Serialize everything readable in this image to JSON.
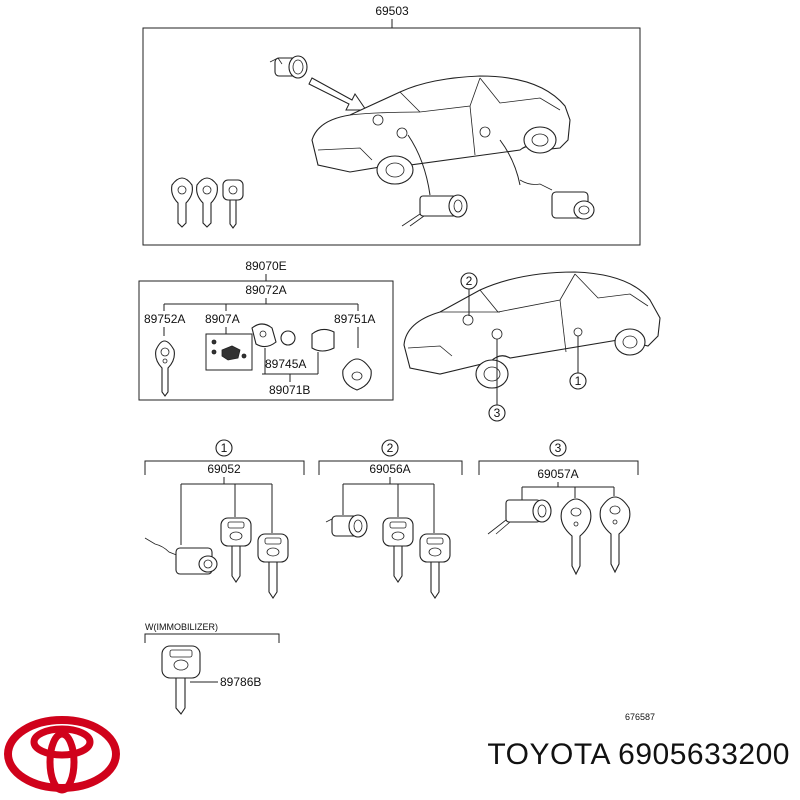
{
  "groups": {
    "top": {
      "part_no": "69503"
    },
    "keyset": {
      "part_no": "89070E",
      "sub_part_no": "89072A",
      "items": [
        "89752A",
        "8907A",
        "89751A",
        "89745A",
        "89071B"
      ]
    },
    "car_callouts": [
      "2",
      "1",
      "3"
    ],
    "sets": [
      {
        "callout": "1",
        "part_no": "69052"
      },
      {
        "callout": "2",
        "part_no": "69056A"
      },
      {
        "callout": "3",
        "part_no": "69057A"
      }
    ],
    "immobilizer": {
      "label": "W(IMMOBILIZER)",
      "part_no": "89786B"
    }
  },
  "diagram_code": "676587",
  "brand_line": "TOYOTA 6905633200",
  "brand_color": "#d0021b"
}
